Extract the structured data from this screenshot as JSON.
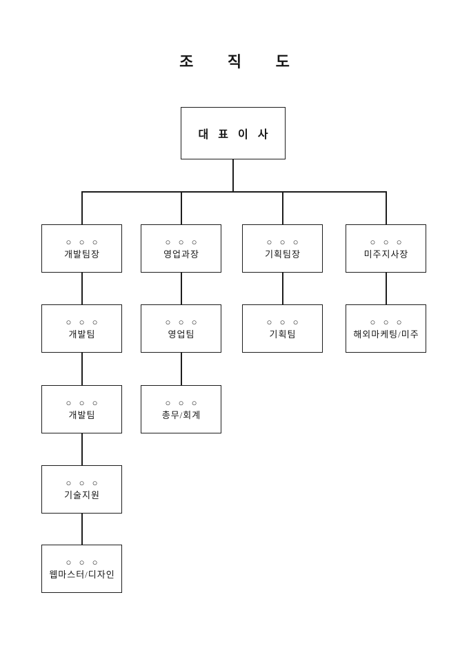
{
  "title": "조 직 도",
  "boxes": {
    "ceo": {
      "label": "대 표 이 사"
    },
    "dev_head": {
      "circles": "○ ○ ○",
      "label": "개발팀장"
    },
    "sales_mgr": {
      "circles": "○ ○ ○",
      "label": "영업과장"
    },
    "plan_head": {
      "circles": "○ ○ ○",
      "label": "기획팀장"
    },
    "us_branch": {
      "circles": "○ ○ ○",
      "label": "미주지사장"
    },
    "dev_team1": {
      "circles": "○ ○ ○",
      "label": "개발팀"
    },
    "sales_team": {
      "circles": "○ ○ ○",
      "label": "영업팀"
    },
    "plan_team": {
      "circles": "○ ○ ○",
      "label": "기획팀"
    },
    "overseas_mkt": {
      "circles": "○ ○ ○",
      "label": "해외마케팅/미주"
    },
    "dev_team2": {
      "circles": "○ ○ ○",
      "label": "개발팀"
    },
    "ga_accounting": {
      "circles": "○ ○ ○",
      "label": "총무/회계"
    },
    "tech_support": {
      "circles": "○ ○ ○",
      "label": "기술지원"
    },
    "webmaster": {
      "circles": "○ ○ ○",
      "label": "웹마스터/디자인"
    }
  },
  "colors": {
    "background": "#ffffff",
    "line": "#1c1c1c",
    "text": "#161616"
  }
}
